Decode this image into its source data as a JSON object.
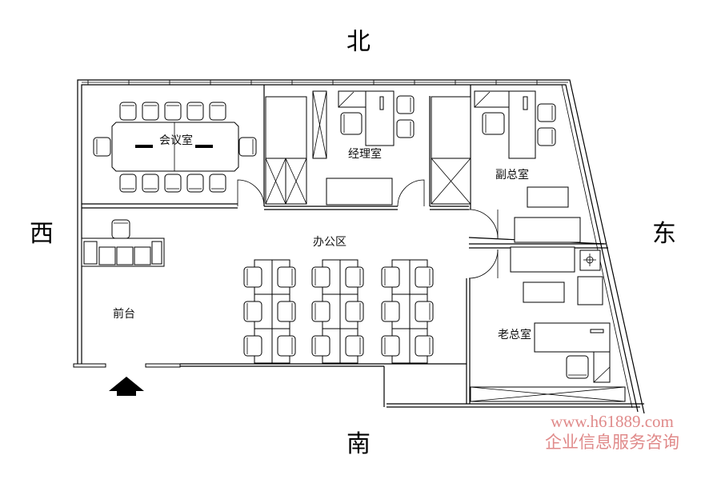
{
  "compass": {
    "north": "北",
    "south": "南",
    "west": "西",
    "east": "东"
  },
  "rooms": {
    "meeting": "会议室",
    "manager": "经理室",
    "vice_gm": "副总室",
    "office": "办公区",
    "reception": "前台",
    "ceo": "老总室"
  },
  "watermark": {
    "url": "www.h61889.com",
    "text": "企业信息服务咨询"
  },
  "colors": {
    "watermark": "#e08a8a",
    "lines": "#000000"
  }
}
